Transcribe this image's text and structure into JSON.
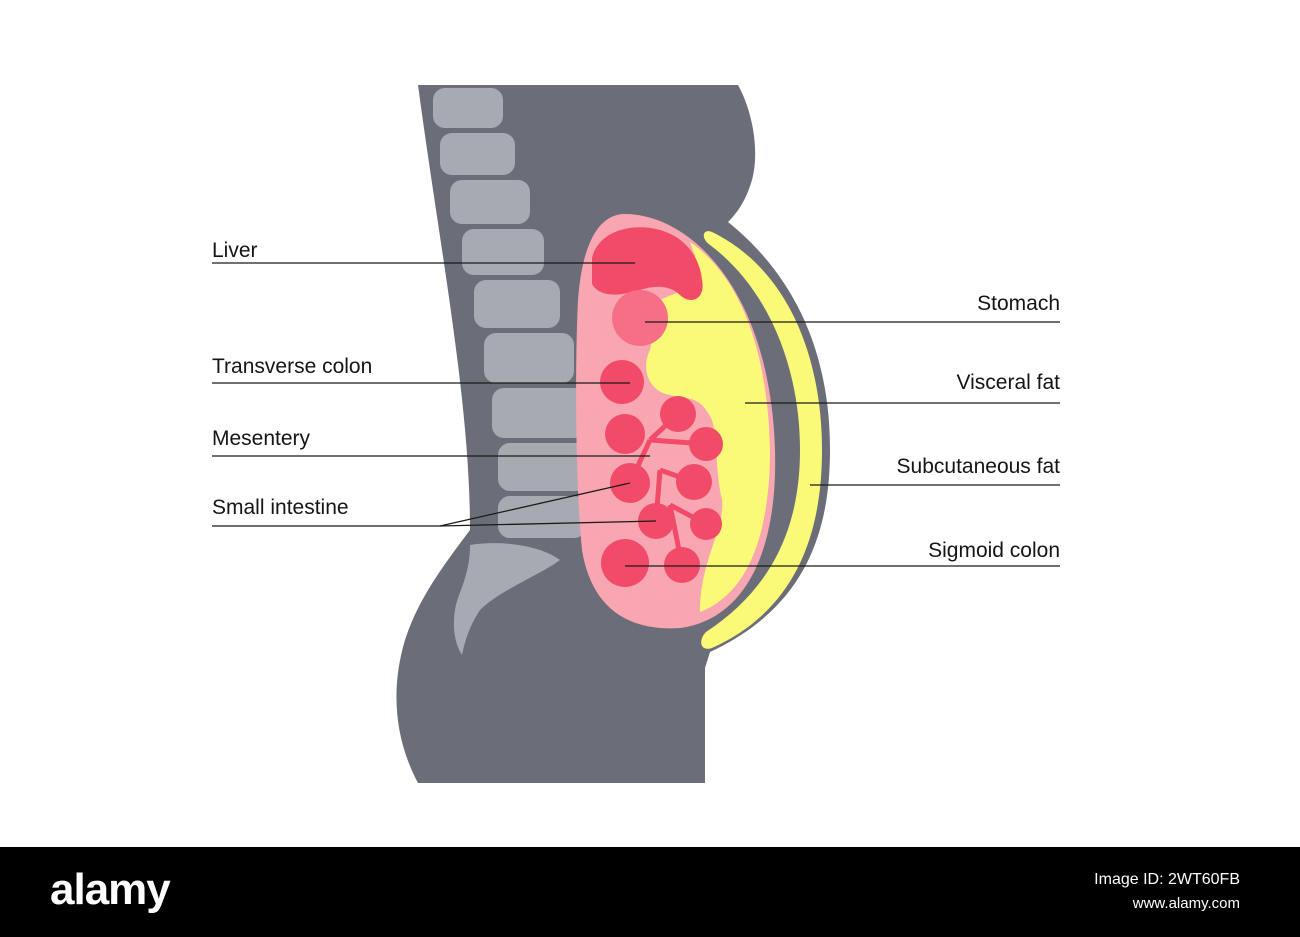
{
  "labels": {
    "left": [
      "Liver",
      "Transverse colon",
      "Mesentery",
      "Small intestine"
    ],
    "right": [
      "Stomach",
      "Visceral fat",
      "Subcutaneous fat",
      "Sigmoid colon"
    ]
  },
  "colors": {
    "body": "#6b6e78",
    "spine": "#a7abb1",
    "peritoneum": "#f8a6b2",
    "organ": "#f24b6a",
    "organ_light": "#f76f86",
    "fat": "#fafa78",
    "leader": "#1a1a1a"
  },
  "watermark": {
    "brand": "alamy",
    "image_id": "Image ID: 2WT60FB",
    "site": "www.alamy.com"
  }
}
